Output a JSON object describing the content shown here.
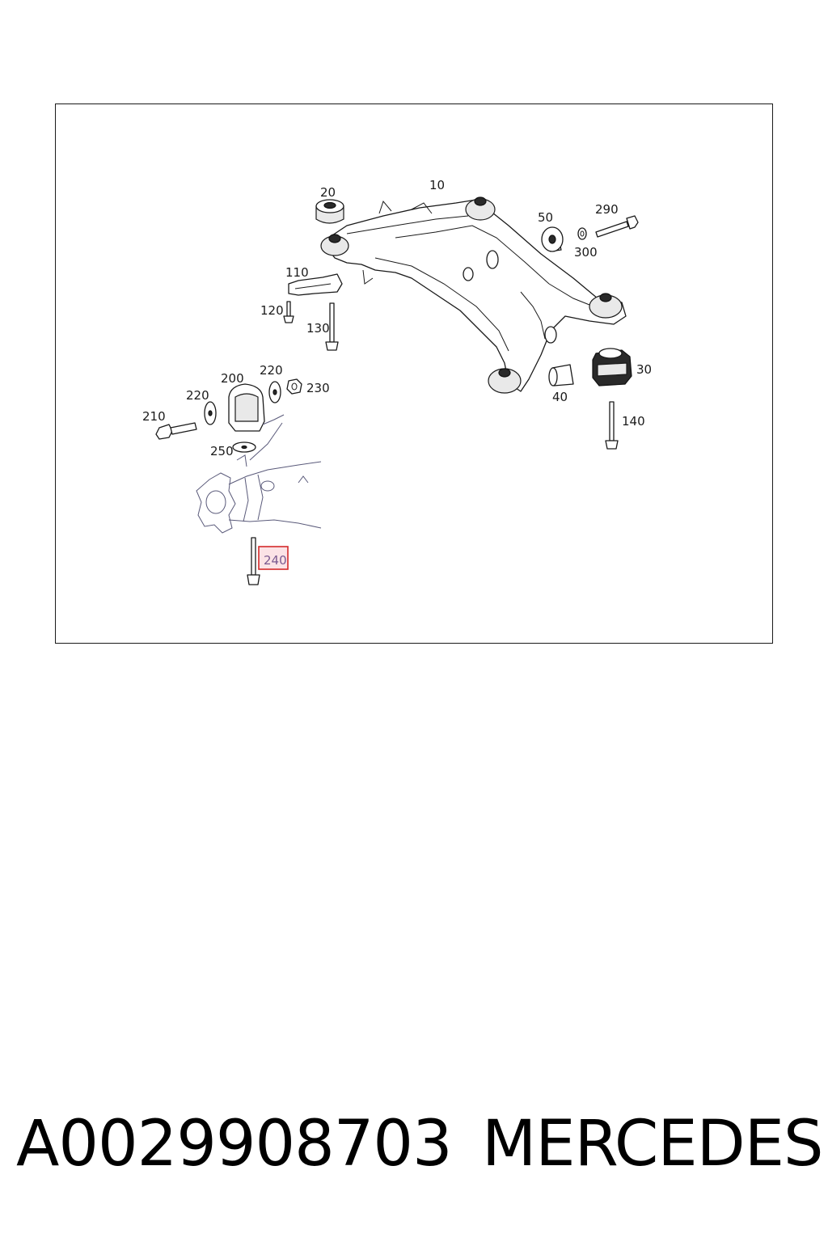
{
  "diagram": {
    "callouts": [
      "10",
      "20",
      "30",
      "40",
      "50",
      "110",
      "120",
      "130",
      "140",
      "200",
      "210",
      "220",
      "220",
      "230",
      "240",
      "250",
      "290",
      "300"
    ],
    "highlighted_callout": "240",
    "highlight_colors": {
      "box_fill": "#fbe3e6",
      "box_stroke": "#d42a2a",
      "text": "#7a5a90"
    }
  },
  "footer": {
    "part_number": "A0029908703",
    "brand": "MERCEDES"
  }
}
